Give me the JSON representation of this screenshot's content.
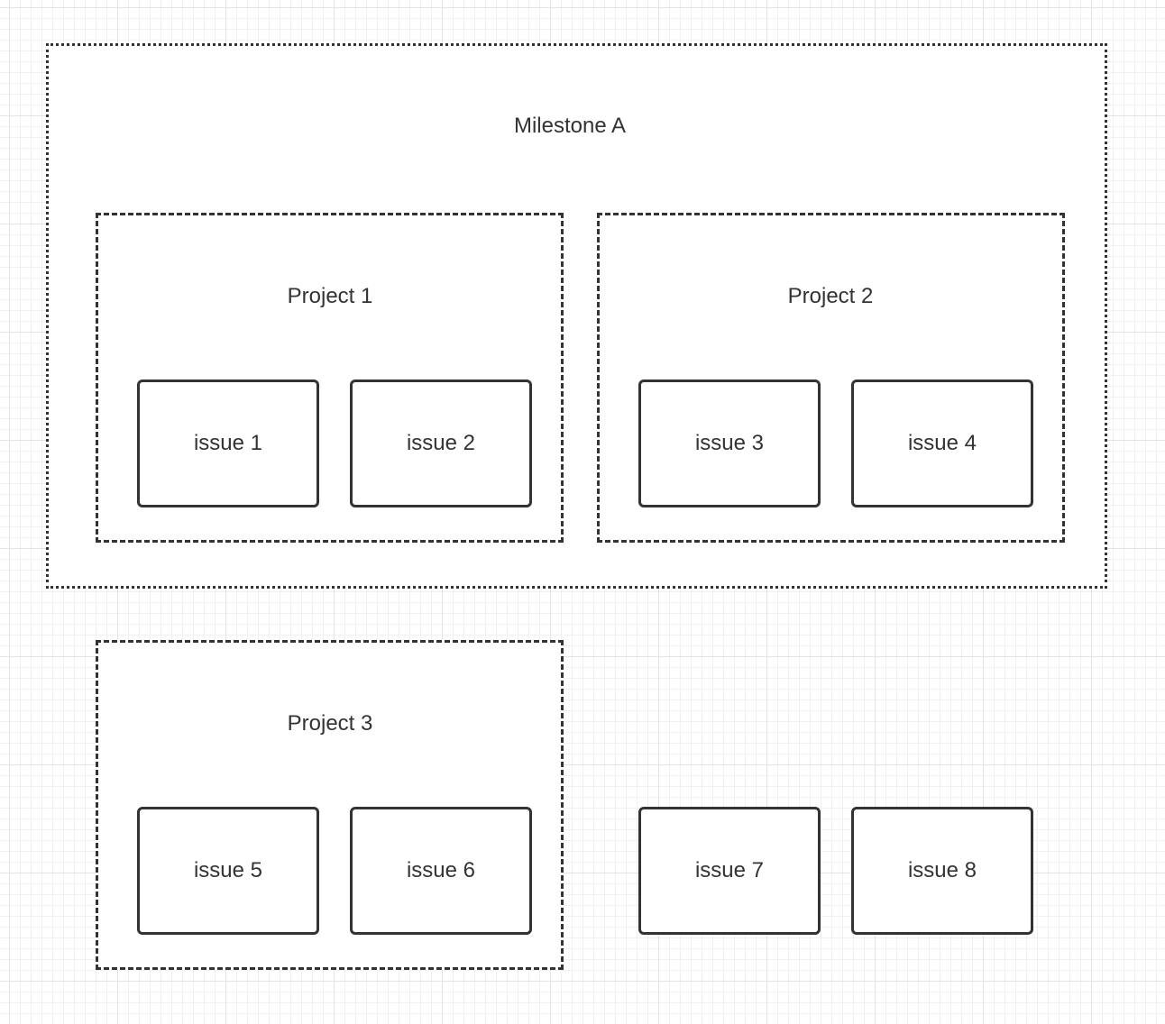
{
  "milestone": {
    "label": "Milestone A",
    "projects": [
      {
        "label": "Project 1",
        "issues": [
          "issue 1",
          "issue 2"
        ]
      },
      {
        "label": "Project 2",
        "issues": [
          "issue 3",
          "issue 4"
        ]
      }
    ]
  },
  "standalone_project": {
    "label": "Project 3",
    "issues": [
      "issue 5",
      "issue 6"
    ]
  },
  "loose_issues": [
    "issue 7",
    "issue 8"
  ],
  "colors": {
    "stroke": "#333333",
    "text": "#333333",
    "grid": "#e4e4e4",
    "background": "#ffffff"
  }
}
